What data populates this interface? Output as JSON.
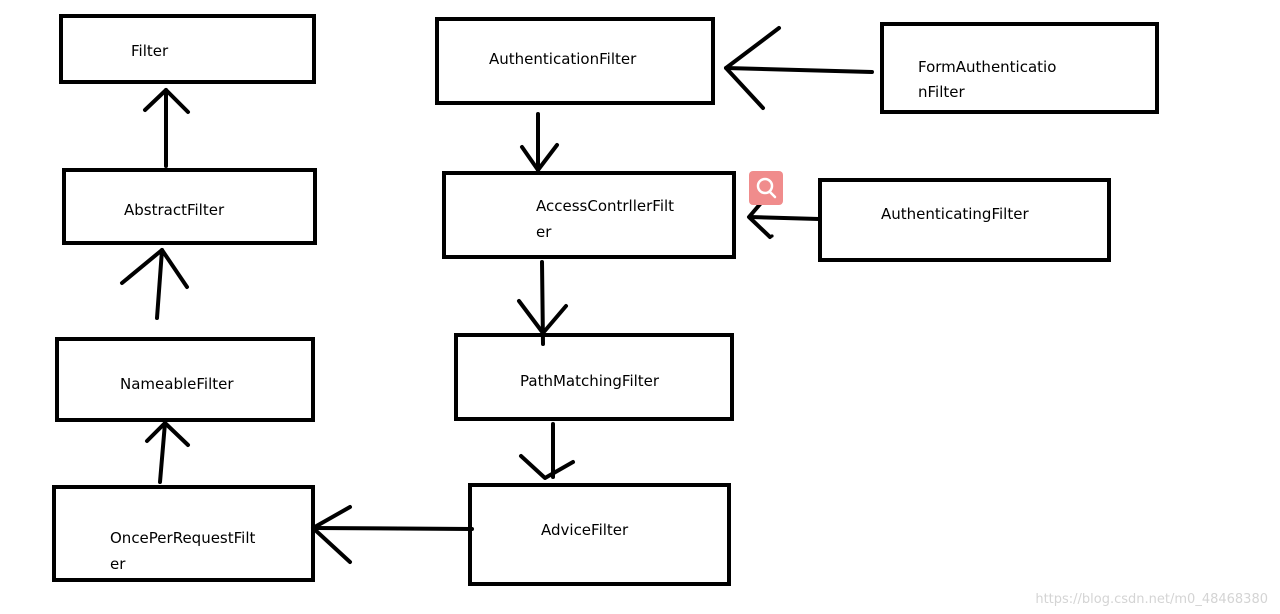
{
  "diagram": {
    "nodes": {
      "filter": {
        "label": "Filter"
      },
      "abstract": {
        "label": "AbstractFilter"
      },
      "nameable": {
        "label": "NameableFilter"
      },
      "onceper": {
        "line1": "OncePerRequestFilt",
        "line2": "er"
      },
      "auth": {
        "label": "AuthenticationFilter"
      },
      "access": {
        "line1": "AccessContrllerFilt",
        "line2": "er"
      },
      "path": {
        "label": "PathMatchingFilter"
      },
      "advice": {
        "label": "AdviceFilter"
      },
      "form": {
        "line1": "FormAuthenticatio",
        "line2": "nFilter"
      },
      "authenticating": {
        "label": "AuthenticatingFilter"
      }
    },
    "search_badge_color": "#f08c8c",
    "search_badge_icon": "search-icon"
  },
  "watermark": "https://blog.csdn.net/m0_48468380"
}
